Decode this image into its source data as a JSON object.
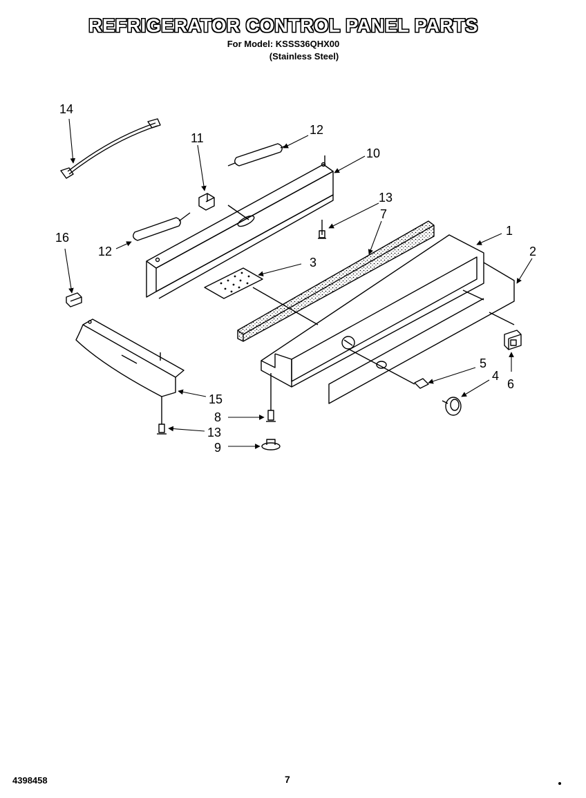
{
  "header": {
    "title": "REFRIGERATOR CONTROL PANEL PARTS",
    "model_line": "For Model: KSSS36QHX00",
    "finish_line": "(Stainless Steel)"
  },
  "callouts": {
    "c1": "1",
    "c2": "2",
    "c3": "3",
    "c4": "4",
    "c5": "5",
    "c6": "6",
    "c7": "7",
    "c8": "8",
    "c9": "9",
    "c10": "10",
    "c11": "11",
    "c12a": "12",
    "c12b": "12",
    "c13a": "13",
    "c13b": "13",
    "c14": "14",
    "c15": "15",
    "c16": "16"
  },
  "footer": {
    "doc_number": "4398458",
    "page_number": "7"
  }
}
